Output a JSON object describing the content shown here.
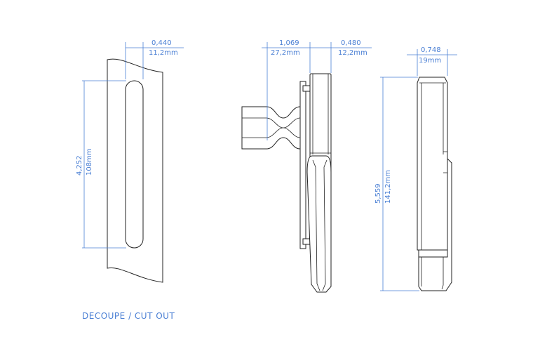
{
  "colors": {
    "dimension": "#4a7fd4",
    "outline": "#222222",
    "background": "#ffffff"
  },
  "views": {
    "cutout": {
      "width_in": "0,440",
      "width_mm": "11,2mm",
      "height_in": "4,252",
      "height_mm": "108mm"
    },
    "side": {
      "offset_in": "1,069",
      "offset_mm": "27,2mm",
      "depth_in": "0,480",
      "depth_mm": "12,2mm"
    },
    "front": {
      "width_in": "0,748",
      "width_mm": "19mm",
      "height_in": "5,559",
      "height_mm": "141,2mm"
    }
  },
  "caption": "DECOUPE / CUT OUT"
}
